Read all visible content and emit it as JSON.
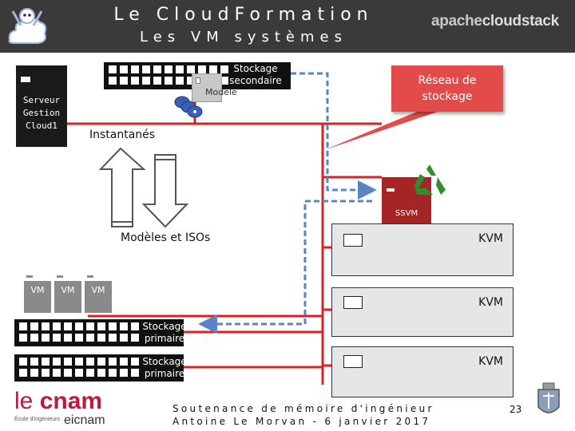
{
  "header": {
    "title": "Le CloudFormation",
    "subtitle": "Les VM systèmes",
    "brand_part1": "apache",
    "brand_part2": "cloudstack",
    "colors": {
      "header_bg": "#3a3a3a",
      "text": "#ffffff"
    }
  },
  "diagram": {
    "management_server": {
      "lines": [
        "Serveur",
        "Gestion",
        "Cloud1"
      ]
    },
    "secondary_storage": {
      "label": "Stockage secondaire",
      "line1": "Stockage",
      "line2": "secondaire"
    },
    "template_label": "Modèle",
    "callout": {
      "line1": "Réseau de",
      "line2": "stockage",
      "color": "#e34b4b"
    },
    "snapshots_label": "Instantanés",
    "templates_isos_label": "Modèles et ISOs",
    "ssvm_label": "SSVM",
    "kvm_hosts": [
      "KVM",
      "KVM",
      "KVM"
    ],
    "vms": [
      "VM",
      "VM",
      "VM"
    ],
    "primary_storage": [
      {
        "line1": "Stockage",
        "line2": "primaire"
      },
      {
        "line1": "Stockage",
        "line2": "primaire"
      }
    ],
    "icons": [
      "recycle-icon",
      "disk-icon"
    ],
    "colors": {
      "network_line": "#e02020",
      "storage_line": "#5b84c4",
      "ssvm": "#a52525"
    }
  },
  "footer": {
    "line1": "Soutenance de mémoire d'ingénieur",
    "line2": "Antoine Le Morvan - 6 janvier 2017",
    "page_number": "23"
  },
  "logo": {
    "cnam_le": "le ",
    "cnam_name": "cnam",
    "subline_left": "École d'ingénieurs",
    "subline_right": "eicnam"
  }
}
